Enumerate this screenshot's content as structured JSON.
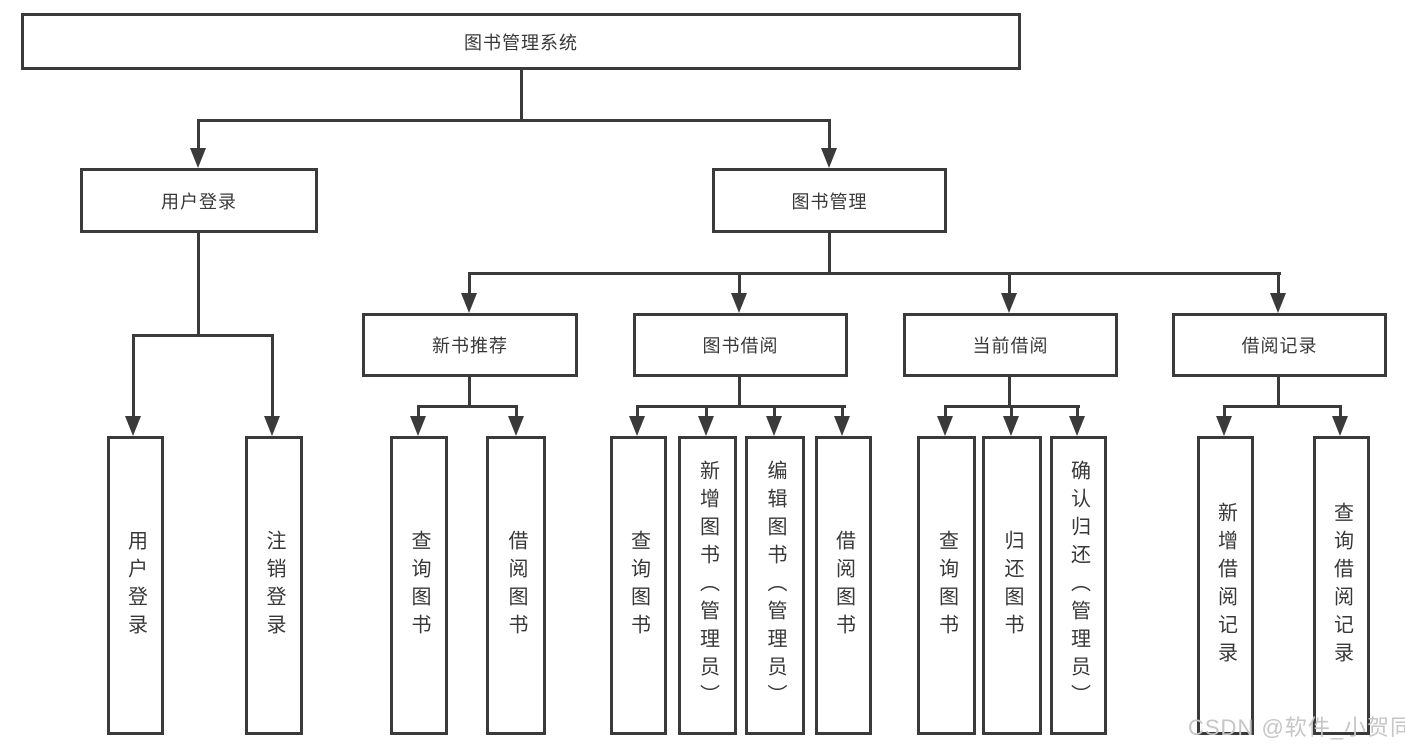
{
  "page": {
    "watermark": "CSDN @软件_小贺同学"
  },
  "colors": {
    "line": "#3a3a3a",
    "text": "#383838",
    "box_background": "#ffffff",
    "watermark": "#c6c6c6"
  },
  "tree": {
    "root": {
      "label": "图书管理系统"
    },
    "branches": [
      {
        "label": "用户登录",
        "children": [
          {
            "label": "用户登录"
          },
          {
            "label": "注销登录"
          }
        ]
      },
      {
        "label": "图书管理",
        "children": [
          {
            "label": "新书推荐",
            "children": [
              {
                "label": "查询图书"
              },
              {
                "label": "借阅图书"
              }
            ]
          },
          {
            "label": "图书借阅",
            "children": [
              {
                "label": "查询图书"
              },
              {
                "label": "新增图书（管理员）"
              },
              {
                "label": "编辑图书（管理员）"
              },
              {
                "label": "借阅图书"
              }
            ]
          },
          {
            "label": "当前借阅",
            "children": [
              {
                "label": "查询图书"
              },
              {
                "label": "归还图书"
              },
              {
                "label": "确认归还（管理员）"
              }
            ]
          },
          {
            "label": "借阅记录",
            "children": [
              {
                "label": "新增借阅记录"
              },
              {
                "label": "查询借阅记录"
              }
            ]
          }
        ]
      }
    ]
  }
}
